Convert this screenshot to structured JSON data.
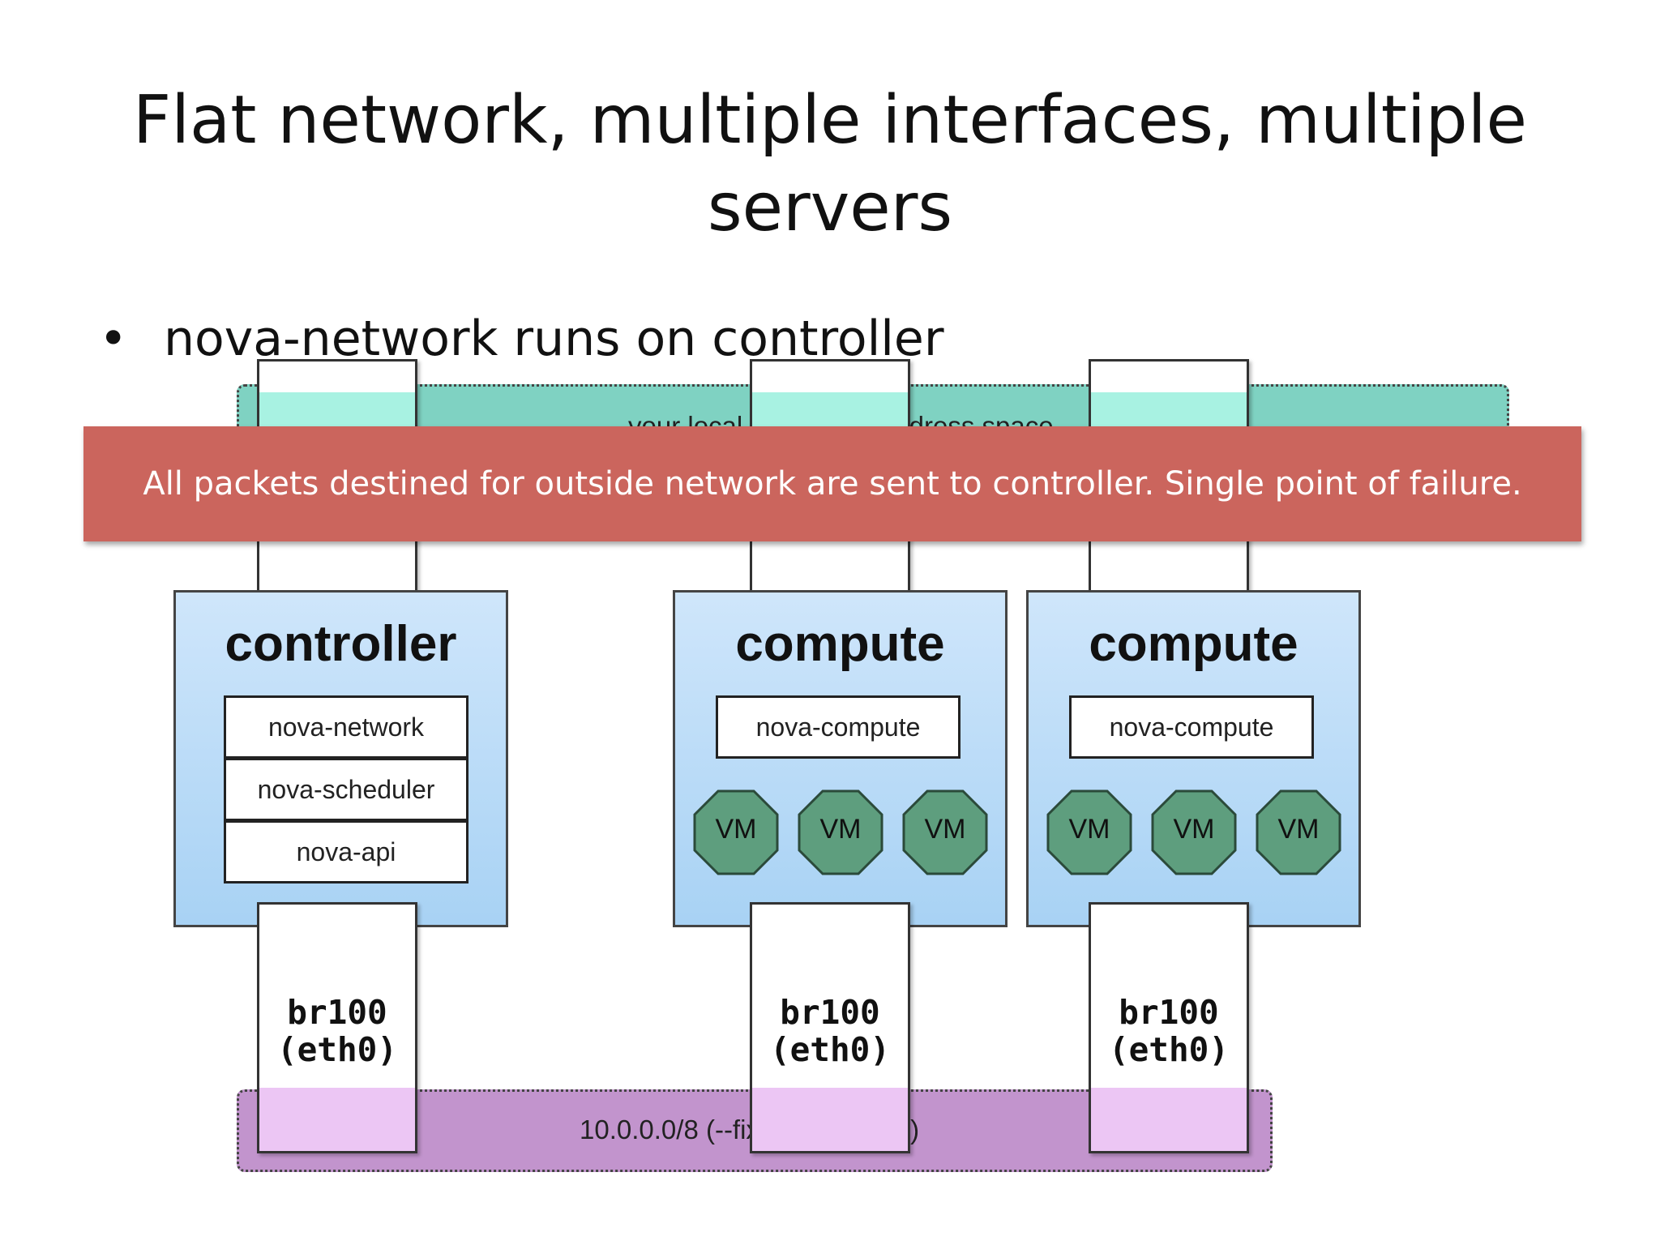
{
  "slide": {
    "title_line1": "Flat network, multiple interfaces, multiple",
    "title_line2": "servers",
    "bullet": "nova-network runs on controller"
  },
  "networks": {
    "top_label": "your local network ip address space",
    "bottom_label": "10.0.0.0/8 (--fixed_range=...)"
  },
  "servers": [
    {
      "title": "controller",
      "services": [
        "nova-network",
        "nova-scheduler",
        "nova-api"
      ],
      "vms": []
    },
    {
      "title": "compute",
      "services": [
        "nova-compute"
      ],
      "vms": [
        "VM",
        "VM",
        "VM"
      ]
    },
    {
      "title": "compute",
      "services": [
        "nova-compute"
      ],
      "vms": [
        "VM",
        "VM",
        "VM"
      ]
    }
  ],
  "bridges": [
    {
      "label": "br100\n(eth0)"
    },
    {
      "label": "br100\n(eth0)"
    },
    {
      "label": "br100\n(eth0)"
    }
  ],
  "callout": {
    "text": "All packets destined for outside network are sent to controller. Single point of failure."
  },
  "colors": {
    "top_band": "#7fd2c2",
    "bottom_band": "#c294cd",
    "server_fill": "#a8d2f4",
    "vm_fill": "#5e9e7e",
    "callout_bg": "#cb655d"
  }
}
